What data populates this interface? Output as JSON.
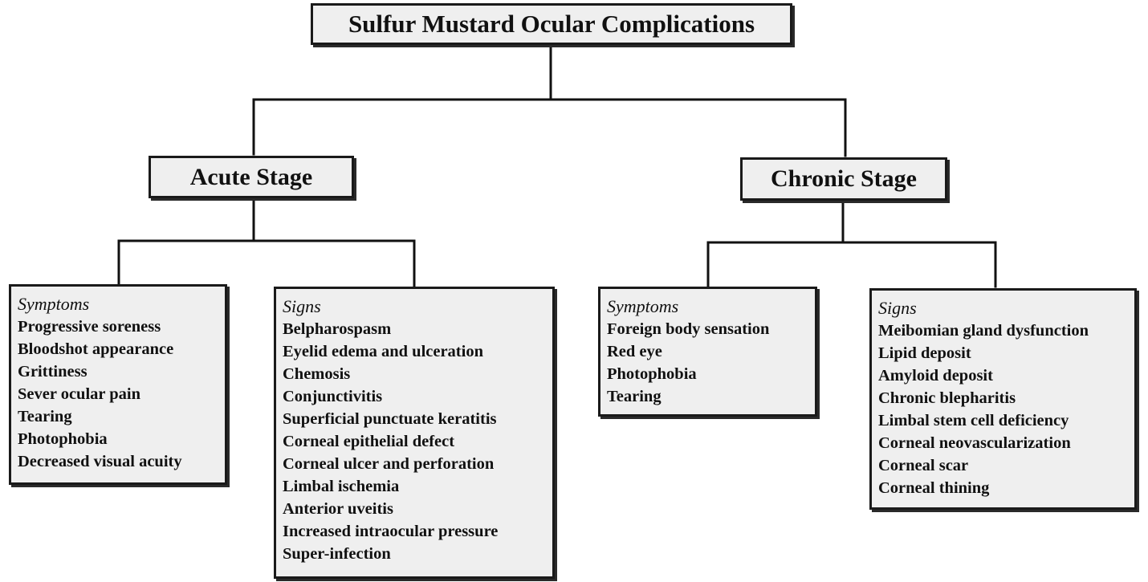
{
  "title": "Sulfur Mustard Ocular Complications",
  "stages": [
    {
      "label": "Acute Stage",
      "groups": [
        {
          "heading": "Symptoms",
          "items": [
            "Progressive soreness",
            "Bloodshot appearance",
            "Grittiness",
            "Sever ocular pain",
            "Tearing",
            "Photophobia",
            "Decreased visual acuity"
          ]
        },
        {
          "heading": "Signs",
          "items": [
            "Belpharospasm",
            "Eyelid edema and ulceration",
            "Chemosis",
            "Conjunctivitis",
            "Superficial punctuate keratitis",
            "Corneal epithelial defect",
            "Corneal ulcer and perforation",
            "Limbal ischemia",
            "Anterior uveitis",
            "Increased intraocular pressure",
            "Super-infection"
          ]
        }
      ]
    },
    {
      "label": "Chronic Stage",
      "groups": [
        {
          "heading": "Symptoms",
          "items": [
            "Foreign body sensation",
            "Red eye",
            "Photophobia",
            "Tearing"
          ]
        },
        {
          "heading": "Signs",
          "items": [
            "Meibomian gland dysfunction",
            "Lipid deposit",
            "Amyloid deposit",
            "Chronic blepharitis",
            "Limbal stem cell deficiency",
            "Corneal neovascularization",
            "Corneal scar",
            "Corneal thining"
          ]
        }
      ]
    }
  ]
}
